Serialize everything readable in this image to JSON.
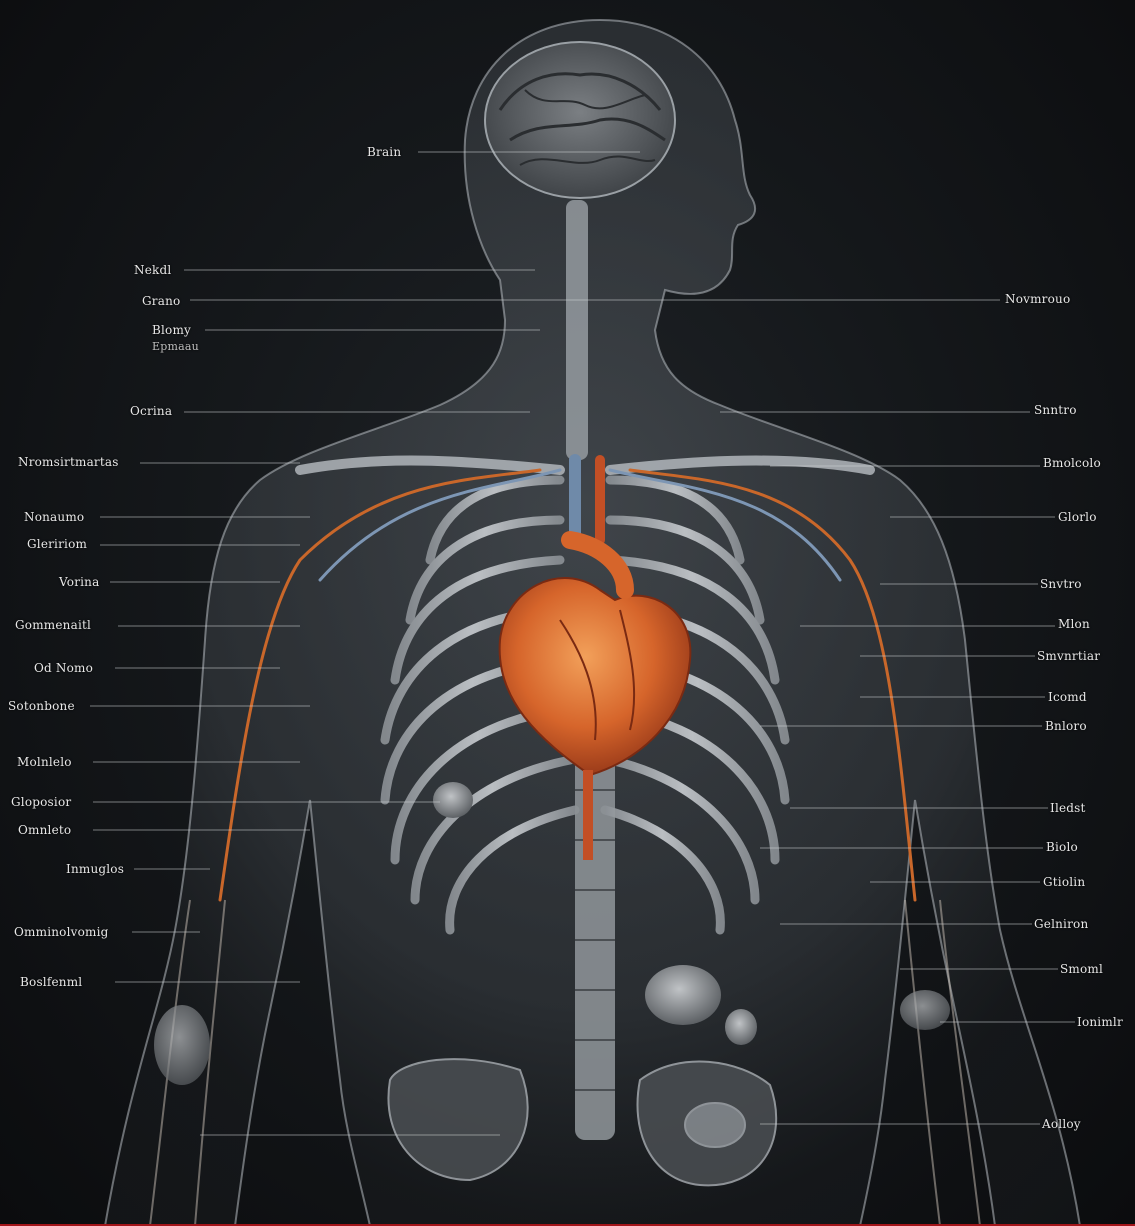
{
  "accent_color": "#c9672a",
  "background_color": "#111316",
  "labels_left": [
    {
      "id": "brain",
      "text": "Brain"
    },
    {
      "id": "neck1",
      "text": "Nekdl"
    },
    {
      "id": "neck2",
      "text": "Grano"
    },
    {
      "id": "neck3",
      "text": "Blomy"
    },
    {
      "id": "neck3b",
      "text": "Epmaau"
    },
    {
      "id": "sh1",
      "text": "Ocrina"
    },
    {
      "id": "sh2",
      "text": "Nromsirtmartas"
    },
    {
      "id": "a1",
      "text": "Nonaumo"
    },
    {
      "id": "a2",
      "text": "Gleririom"
    },
    {
      "id": "a3",
      "text": "Vorina"
    },
    {
      "id": "a4",
      "text": "Gommenaitl"
    },
    {
      "id": "a5",
      "text": "Od Nomo"
    },
    {
      "id": "a6",
      "text": "Sotonbone"
    },
    {
      "id": "a7",
      "text": "Molnlelo"
    },
    {
      "id": "a8",
      "text": "Gloposior"
    },
    {
      "id": "a9",
      "text": "Omnleto"
    },
    {
      "id": "a10",
      "text": "Inmuglos"
    },
    {
      "id": "a11",
      "text": "Omminolvomig"
    },
    {
      "id": "a12",
      "text": "Boslfenml"
    }
  ],
  "labels_right": [
    {
      "id": "r1",
      "text": "Novmrouo"
    },
    {
      "id": "r2",
      "text": "Snntro"
    },
    {
      "id": "r3",
      "text": "Bmolcolo"
    },
    {
      "id": "r4",
      "text": "Glorlo"
    },
    {
      "id": "r5",
      "text": "Snvtro"
    },
    {
      "id": "r6",
      "text": "Mlon"
    },
    {
      "id": "r7",
      "text": "Smvnrtiar"
    },
    {
      "id": "r8",
      "text": "Icomd"
    },
    {
      "id": "r9",
      "text": "Bnloro"
    },
    {
      "id": "r10",
      "text": "Iledst"
    },
    {
      "id": "r11",
      "text": "Biolo"
    },
    {
      "id": "r12",
      "text": "Gtiolin"
    },
    {
      "id": "r13",
      "text": "Gelniron"
    },
    {
      "id": "r14",
      "text": "Smoml"
    },
    {
      "id": "r15",
      "text": "Ionimlr"
    },
    {
      "id": "r16",
      "text": "Aolloy"
    }
  ],
  "heart_label": "",
  "icons": [
    "body-silhouette",
    "brain-icon",
    "heart-icon",
    "ribcage-icon",
    "spine-icon",
    "pelvis-icon",
    "kidney-icon"
  ]
}
